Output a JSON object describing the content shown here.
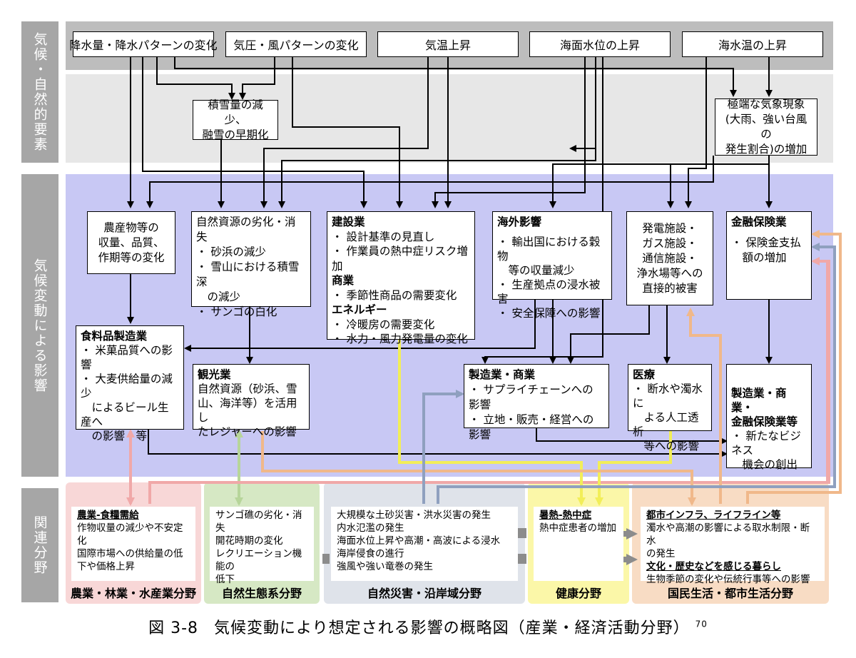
{
  "side_labels": {
    "natural": "気候・自然的要素",
    "impact": "気候変動による影響",
    "fields": "関連分野"
  },
  "top_factors": [
    "降水量・降水パターンの変化",
    "気圧・風パターンの変化",
    "気温上昇",
    "海面水位の上昇",
    "海水温の上昇"
  ],
  "snow": [
    "積雪量の減少、",
    "融雪の早期化"
  ],
  "extreme": [
    "極端な気象現象",
    "(大雨、強い台風の",
    "発生割合)の増加"
  ],
  "crops": [
    "農産物等の",
    "収量、品質、",
    "作期等の変化"
  ],
  "nature_res": {
    "title": "自然資源の劣化・消失",
    "items": [
      "・ 砂浜の減少",
      "・ 雪山における積雪深",
      "　の減少",
      "・ サンゴの白化"
    ]
  },
  "industry": {
    "construction": "建設業",
    "c_items": [
      "・ 設計基準の見直し",
      "・ 作業員の熱中症リスク増加"
    ],
    "commerce": "商業",
    "m_items": [
      "・ 季節性商品の需要変化"
    ],
    "energy": "エネルギー",
    "e_items": [
      "・ 冷暖房の需要変化",
      "・ 水力・風力発電量の変化"
    ]
  },
  "overseas": {
    "title": "海外影響",
    "items": [
      "・ 輸出国における穀物",
      "　等の収量減少",
      "・ 生産拠点の浸水被害",
      "・ 安全保障への影響"
    ]
  },
  "facilities": [
    "発電施設・",
    "ガス施設・",
    "通信施設・",
    "浄水場等への",
    "直接的被害"
  ],
  "finance": {
    "title": "金融保険業",
    "items": [
      "・ 保険金支払",
      "　額の増加"
    ]
  },
  "food": {
    "title": "食料品製造業",
    "items": [
      "・ 米菓品質への影響",
      "・ 大麦供給量の減少",
      "　によるビール生産へ",
      "　の影響　等"
    ]
  },
  "tourism": {
    "title": "観光業",
    "items": [
      "自然資源（砂浜、雪",
      "山、海洋等）を活用し",
      "たレジャーへの影響"
    ]
  },
  "manufacturing": {
    "title": "製造業・商業",
    "items": [
      "・ サプライチェーンへの影響",
      "・ 立地・販売・経営への影響"
    ]
  },
  "medical": {
    "title": "医療",
    "items": [
      "・ 断水や濁水に",
      "　よる人工透析",
      "　等への影響"
    ]
  },
  "newbiz": {
    "title1": "製造業・商業・",
    "title2": "金融保険業等",
    "items": [
      "・ 新たなビジネス",
      "　機会の創出"
    ]
  },
  "fields": [
    {
      "head": "農業-食糧需給",
      "lines": [
        "作物収量の減少や不安定",
        "化",
        "国際市場への供給量の低",
        "下や価格上昇"
      ],
      "label": "農業・林業・水産業分野",
      "color": "#f8d7d7"
    },
    {
      "head": "",
      "lines": [
        "サンゴ礁の劣化・消失",
        "開花時期の変化",
        "レクリエーション機能の",
        "低下"
      ],
      "label": "自然生態系分野",
      "color": "#d6e8c4"
    },
    {
      "head": "",
      "lines": [
        "大規模な土砂災害・洪水災害の発生",
        "内水氾濫の発生",
        "海面水位上昇や高潮・高波による浸水",
        "海岸侵食の進行",
        "強風や強い竜巻の発生"
      ],
      "label": "自然災害・沿岸域分野",
      "color": "#dfe3ea"
    },
    {
      "head": "暑熱-熱中症",
      "lines": [
        "熱中症患者の増加"
      ],
      "label": "健康分野",
      "color": "#fbf7a8"
    },
    {
      "head": "都市インフラ、ライフライン等",
      "lines": [
        "濁水や高潮の影響による取水制限・断水",
        "の発生"
      ],
      "head2": "文化・歴史などを感じる暮らし",
      "lines2": [
        "生物季節の変化や伝統行事等への影響"
      ],
      "label": "国民生活・都市生活分野",
      "color": "#f8dcc4"
    }
  ],
  "caption": {
    "prefix": "図 3-8",
    "text": "気候変動により想定される影響の概略図（産業・経済活動分野）",
    "sup": "70"
  }
}
